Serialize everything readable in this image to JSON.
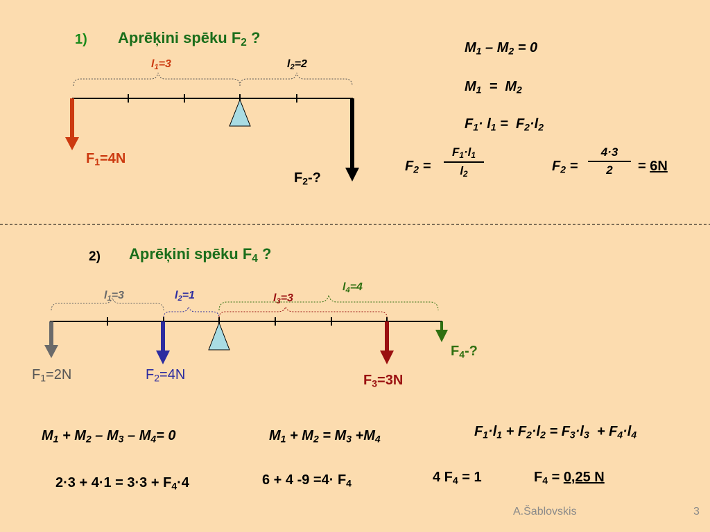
{
  "slide": {
    "section1": {
      "number": "1)",
      "title_pre": "Aprēķini spēku F",
      "title_sub": "2",
      "title_post": " ?",
      "l1_label": {
        "l": "l",
        "sub": "1",
        "rest": "=3"
      },
      "l2_label": {
        "l": "l",
        "sub": "2",
        "rest": "=2"
      },
      "f1_label": {
        "pre": "F",
        "sub": "1",
        "post": "=4N"
      },
      "f2_label": {
        "pre": "F",
        "sub": "2",
        "post": "-?"
      },
      "eq1": {
        "a": "M",
        "as": "1",
        "op": " – ",
        "b": "M",
        "bs": "2",
        "rest": " = 0"
      },
      "eq2": {
        "a": "M",
        "as": "1",
        "op": "  =  ",
        "b": "M",
        "bs": "2"
      },
      "eq3": {
        "a": "F",
        "as": "1",
        "m1": "· ",
        "b": "l",
        "bs": "1",
        "op": " =  ",
        "c": "F",
        "cs": "2",
        "m2": "·",
        "d": "l",
        "ds": "2"
      },
      "eq4": {
        "lhs": "F",
        "lhs_sub": "2",
        "eq": " =",
        "num_a": "F",
        "num_as": "1",
        "num_dot": "·",
        "num_b": "l",
        "num_bs": "1",
        "den": "l",
        "den_s": "2"
      },
      "eq5": {
        "lhs": "F",
        "lhs_sub": "2",
        "eq": " =",
        "num": "4·3",
        "den": "2",
        "res_eq": "= ",
        "res": "6N"
      }
    },
    "section2": {
      "number": "2)",
      "title_pre": "Aprēķini spēku F",
      "title_sub": "4",
      "title_post": " ?",
      "l1_label": {
        "l": "l",
        "sub": "1",
        "rest": "=3"
      },
      "l2_label": {
        "l": "l",
        "sub": "2",
        "rest": "=1"
      },
      "l3_label": {
        "l": "l",
        "sub": "3",
        "rest": "=3"
      },
      "l4_label": {
        "l": "l",
        "sub": "4",
        "rest": "=4"
      },
      "f1_label": {
        "pre": "F",
        "sub": "1",
        "post": "=2N"
      },
      "f2_label": {
        "pre": "F",
        "sub": "2",
        "post": "=4N"
      },
      "f3_label": {
        "pre": "F",
        "sub": "3",
        "post": "=3N"
      },
      "f4_label": {
        "pre": "F",
        "sub": "4",
        "post": "-?"
      },
      "eqA": {
        "a": "M",
        "as": "1",
        "o1": " + ",
        "b": "M",
        "bs": "2",
        "o2": " – ",
        "c": "M",
        "cs": "3",
        "o3": " – ",
        "d": "M",
        "ds": "4",
        "rest": "= 0"
      },
      "eqB": {
        "a": "M",
        "as": "1",
        "o1": " + ",
        "b": "M",
        "bs": "2",
        "o2": " = ",
        "c": "M",
        "cs": "3",
        "o3": " +",
        "d": "M",
        "ds": "4"
      },
      "eqC": {
        "t1": "F",
        "s1": "1",
        "d1": "·",
        "t2": "l",
        "s2": "1",
        "o1": " + ",
        "t3": "F",
        "s3": "2",
        "d2": "·",
        "t4": "l",
        "s4": "2",
        "o2": " = ",
        "t5": "F",
        "s5": "3",
        "d3": "·",
        "t6": "l",
        "s6": "3",
        "o3": "  + ",
        "t7": "F",
        "s7": "4",
        "d4": "·",
        "t8": "l",
        "s8": "4"
      },
      "eqD": {
        "pre": "2·3 + 4·1 = 3·3 + F",
        "sub": "4",
        "post": "·4"
      },
      "eqE": {
        "pre": "6 + 4 -9 =4· F",
        "sub": "4"
      },
      "eqF": {
        "pre": "4 F",
        "sub": "4",
        "post": " = 1"
      },
      "eqG": {
        "pre": "F",
        "sub": "4",
        "post": " = ",
        "res": "0,25 N"
      }
    },
    "footer": {
      "author": "A.Šablovskis",
      "page": "3"
    }
  },
  "colors": {
    "background": "#fcdcaf",
    "title": "#1b6e1b",
    "force_red": "#cc3a10",
    "dark_red": "#9a1010",
    "blue": "#2c2ca0",
    "gray": "#6a6a6a",
    "green": "#2f6f10",
    "fulcrum": "#a9dce3"
  }
}
